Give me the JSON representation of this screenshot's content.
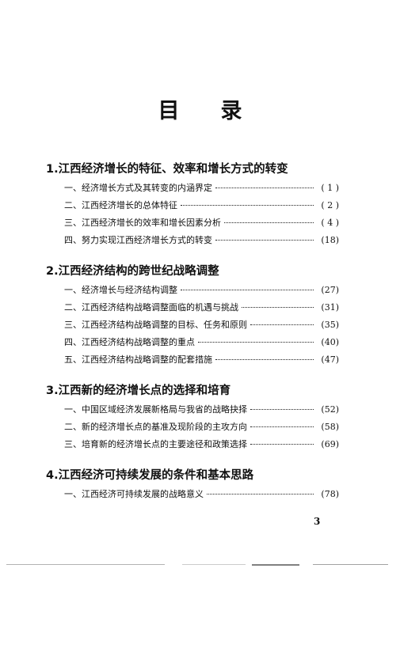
{
  "title": [
    "目",
    "录"
  ],
  "chapters": [
    {
      "title": "1.江西经济增长的特征、效率和增长方式的转变",
      "entries": [
        {
          "text": "一、经济增长方式及其转变的内涵界定",
          "page": "( 1 )"
        },
        {
          "text": "二、江西经济增长的总体特征",
          "page": "( 2 )"
        },
        {
          "text": "三、江西经济增长的效率和增长因素分析",
          "page": "( 4 )"
        },
        {
          "text": "四、努力实现江西经济增长方式的转变",
          "page": "(18)"
        }
      ]
    },
    {
      "title": "2.江西经济结构的跨世纪战略调整",
      "entries": [
        {
          "text": "一、经济增长与经济结构调整",
          "page": "(27)"
        },
        {
          "text": "二、江西经济结构战略调整面临的机遇与挑战",
          "page": "(31)"
        },
        {
          "text": "三、江西经济结构战略调整的目标、任务和原则",
          "page": "(35)"
        },
        {
          "text": "四、江西经济结构战略调整的重点",
          "page": "(40)"
        },
        {
          "text": "五、江西经济结构战略调整的配套措施",
          "page": "(47)"
        }
      ]
    },
    {
      "title": "3.江西新的经济增长点的选择和培育",
      "entries": [
        {
          "text": "一、中国区域经济发展新格局与我省的战略抉择",
          "page": "(52)"
        },
        {
          "text": "二、新的经济增长点的基准及现阶段的主攻方向",
          "page": "(58)"
        },
        {
          "text": "三、培育新的经济增长点的主要途径和政策选择",
          "page": "(69)"
        }
      ]
    },
    {
      "title": "4.江西经济可持续发展的条件和基本思路",
      "entries": [
        {
          "text": "一、江西经济可持续发展的战略意义",
          "page": "(78)"
        }
      ]
    }
  ],
  "page_number": "3"
}
